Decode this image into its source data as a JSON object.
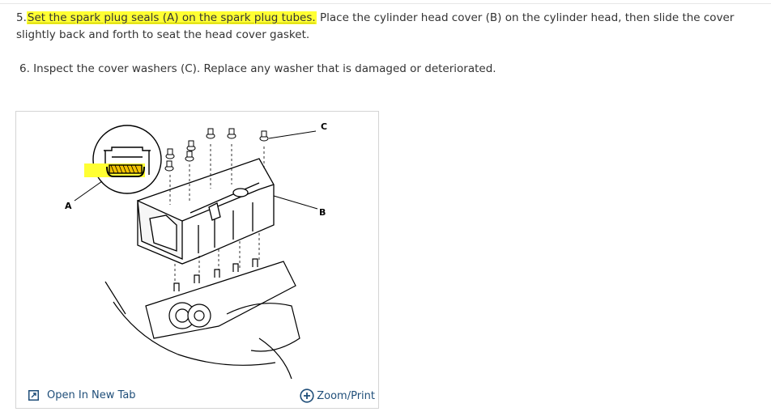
{
  "steps": {
    "step5": {
      "number": "5.",
      "highlighted": "Set the spark plug seals (A) on the spark plug tubes.",
      "rest": " Place the cylinder head cover (B) on the cylinder head, then slide the cover slightly back and forth to seat the head cover gasket."
    },
    "step6": {
      "text": "6. Inspect the cover washers (C). Replace any washer that is damaged or deteriorated."
    }
  },
  "figure": {
    "callouts": {
      "a": "A",
      "b": "B",
      "c": "C"
    },
    "open_tab_label": "Open In New Tab",
    "zoom_label": "Zoom/Print",
    "icons": {
      "open_tab": "open-new-tab-icon",
      "zoom": "plus-circle-icon"
    },
    "colors": {
      "highlight": "#ffff33",
      "link": "#1f4e79"
    }
  }
}
